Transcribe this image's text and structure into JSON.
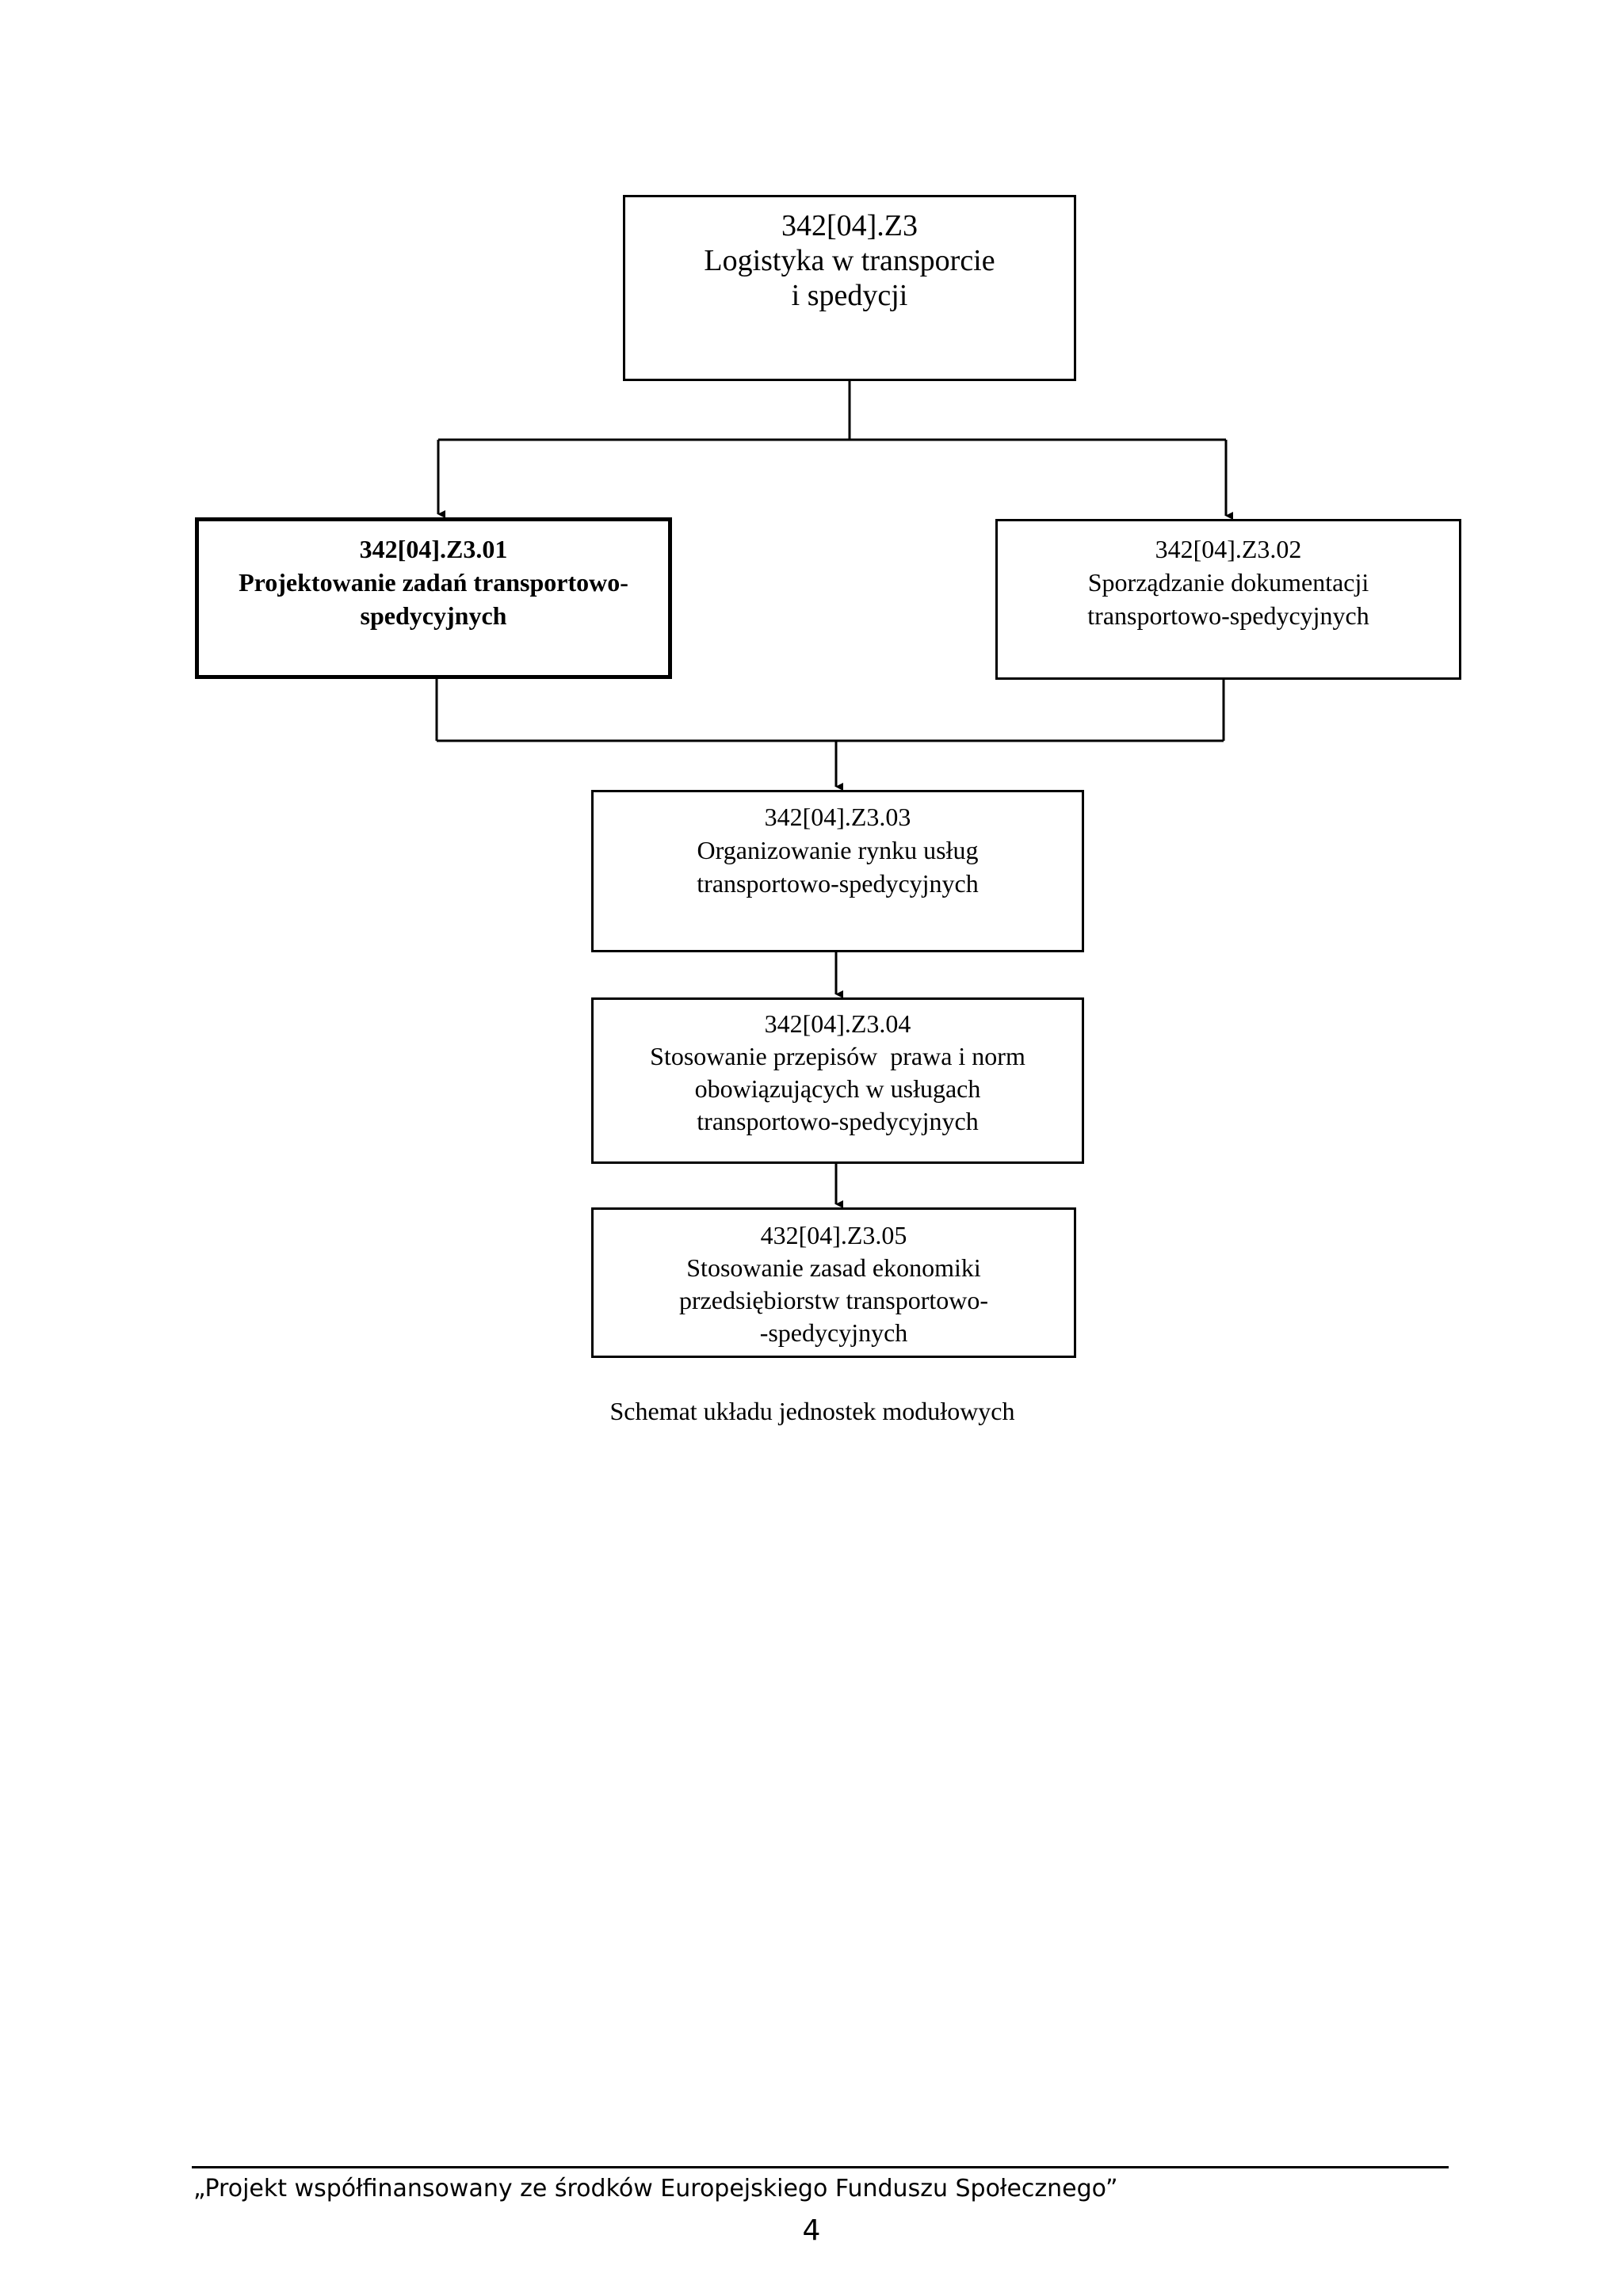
{
  "diagram": {
    "main": {
      "code": "342[04].Z3",
      "title_lines": [
        "Logistyka w transporcie",
        "i spedycji"
      ]
    },
    "unit_01": {
      "code": "342[04].Z3.01",
      "title_lines": [
        "Projektowanie zadań transportowo-",
        "spedycyjnych"
      ]
    },
    "unit_02": {
      "code": "342[04].Z3.02",
      "title_lines": [
        "Sporządzanie dokumentacji",
        "transportowo-spedycyjnych"
      ]
    },
    "unit_03": {
      "code": "342[04].Z3.03",
      "title_lines": [
        "Organizowanie rynku usług",
        "transportowo-spedycyjnych"
      ]
    },
    "unit_04": {
      "code": "342[04].Z3.04",
      "title_lines": [
        "Stosowanie przepisów  prawa i norm",
        "obowiązujących w usługach",
        "transportowo-spedycyjnych"
      ]
    },
    "unit_05": {
      "code": "432[04].Z3.05",
      "title_lines": [
        "Stosowanie zasad ekonomiki",
        "przedsiębiorstw transportowo-",
        "-spedycyjnych"
      ]
    },
    "caption": "Schemat układu jednostek modułowych"
  },
  "footer": {
    "text": "„Projekt współfinansowany ze środków Europejskiego Funduszu Społecznego”",
    "page_number": "4"
  }
}
